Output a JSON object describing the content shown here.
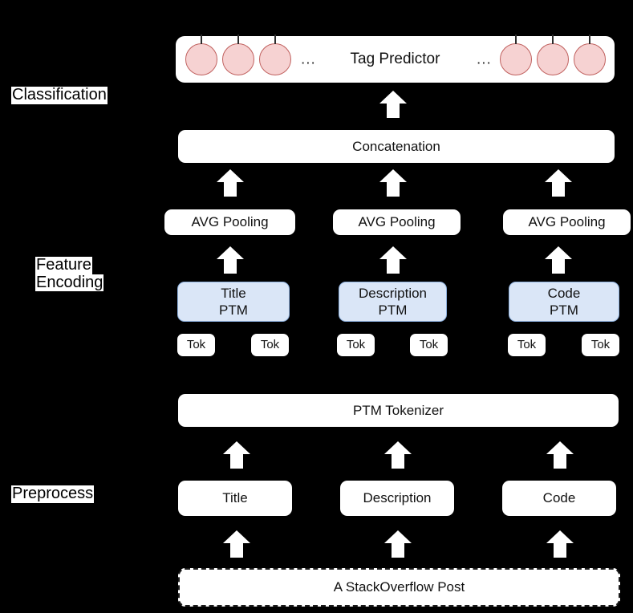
{
  "diagram": {
    "title": "StackOverflow post multi-modal tag prediction architecture",
    "background_color": "#000000",
    "stages": [
      {
        "id": "classification",
        "label_line1": "Classification"
      },
      {
        "id": "feature-encoding",
        "label_line1": "Feature",
        "label_line2": "Encoding"
      },
      {
        "id": "preprocess",
        "label_line1": "Preprocess"
      }
    ],
    "classification": {
      "tag_predictor_label": "Tag Predictor",
      "left_dots": "...",
      "right_dots": "...",
      "node_count_left": 3,
      "node_count_right": 3,
      "node_fill": "#f6d2d2",
      "node_stroke": "#c0605e",
      "concatenation_label": "Concatenation"
    },
    "feature_encoding": {
      "pooling": [
        {
          "label": "AVG Pooling"
        },
        {
          "label": "AVG Pooling"
        },
        {
          "label": "AVG Pooling"
        }
      ],
      "ptm": [
        {
          "line1": "Title",
          "line2": "PTM"
        },
        {
          "line1": "Description",
          "line2": "PTM"
        },
        {
          "line1": "Code",
          "line2": "PTM"
        }
      ],
      "ptm_fill": "#dae6f7",
      "ptm_stroke": "#8fb2df",
      "tokens": [
        {
          "label": "Tok"
        },
        {
          "label": "Tok"
        },
        {
          "label": "Tok"
        },
        {
          "label": "Tok"
        },
        {
          "label": "Tok"
        },
        {
          "label": "Tok"
        }
      ]
    },
    "preprocess": {
      "tokenizer_label": "PTM Tokenizer",
      "fields": [
        {
          "label": "Title"
        },
        {
          "label": "Description"
        },
        {
          "label": "Code"
        }
      ],
      "input_label": "A StackOverflow Post"
    }
  }
}
